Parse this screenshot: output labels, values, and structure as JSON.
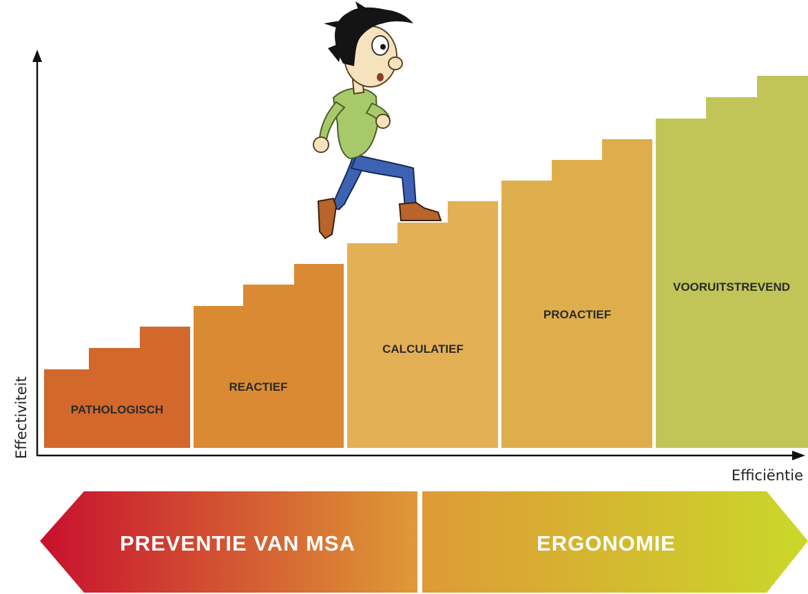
{
  "axes": {
    "y_label": "Effectiviteit",
    "x_label": "Efficiëntie"
  },
  "stages": [
    {
      "label": "PATHOLOGISCH",
      "color": "#d2682b"
    },
    {
      "label": "REACTIEF",
      "color": "#da8a33"
    },
    {
      "label": "CALCULATIEF",
      "color": "#e4b056"
    },
    {
      "label": "PROACTIEF",
      "color": "#dfae4c"
    },
    {
      "label": "VOORUITSTREVEND",
      "color": "#c1c557"
    }
  ],
  "banner": {
    "left_label": "PREVENTIE VAN MSA",
    "right_label": "ERGONOMIE",
    "colors": {
      "left_start": "#c8102e",
      "left_end": "#de9a36",
      "right_start": "#de9a36",
      "right_end": "#cad82a"
    }
  },
  "illustration": {
    "subject": "cartoon man climbing stairs",
    "icon": "walking-man-icon"
  }
}
